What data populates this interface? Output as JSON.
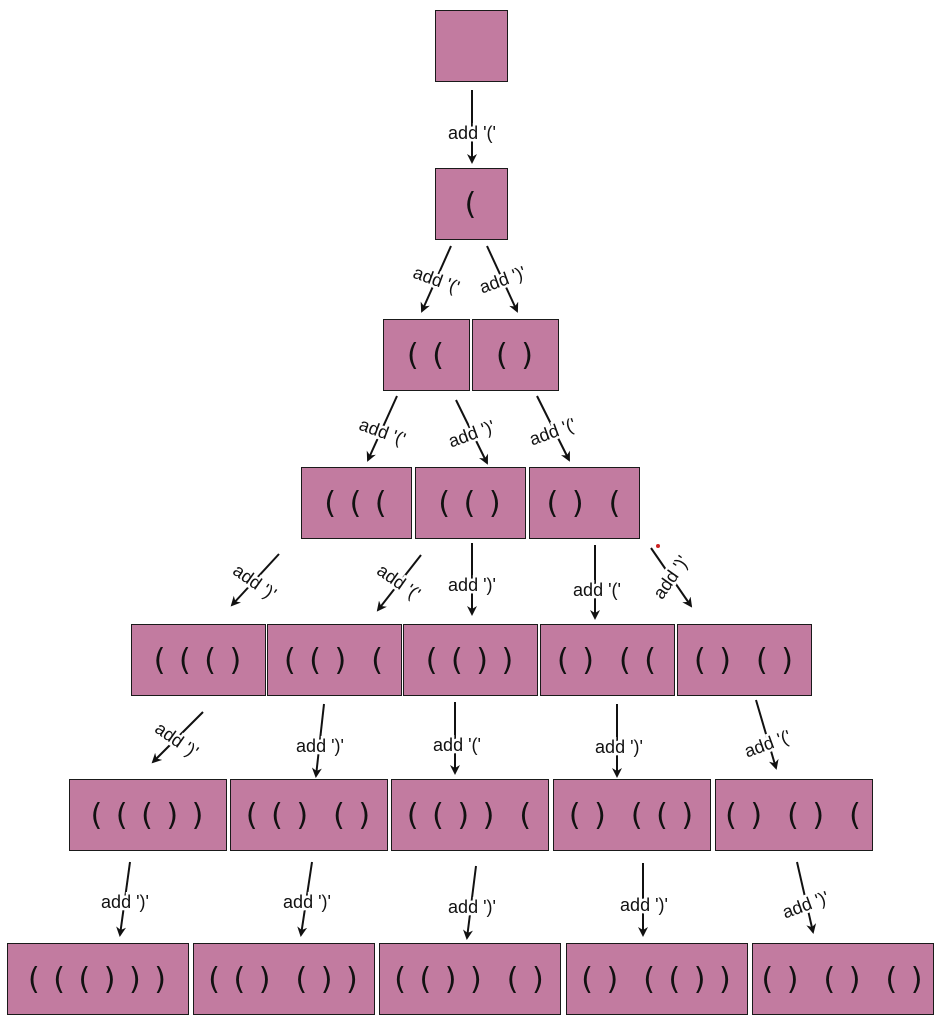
{
  "colors": {
    "node_fill": "#c27ba0",
    "node_border": "#1a1a1a",
    "arrow": "#111111"
  },
  "nodes": {
    "n0": "",
    "n1": "(",
    "n2a": "( (",
    "n2b": "( )",
    "n3a": "( ( (",
    "n3b": "( ( )",
    "n3c": "( )  (",
    "n4a": "( ( ( )",
    "n4b": "( ( )  (",
    "n4c": "( ( ) )",
    "n4d": "( )  ( (",
    "n4e": "( )  ( )",
    "n5a": "( ( ( ) )",
    "n5b": "( ( )  ( )",
    "n5c": "( ( ) )  (",
    "n5d": "( )  ( ( )",
    "n5e": "( )  ( )  (",
    "n6a": "( ( ( ) ) )",
    "n6b": "( ( )  ( ) )",
    "n6c": "( ( ) )  ( )",
    "n6d": "( )  ( ( ) )",
    "n6e": "( )  ( )  ( )"
  },
  "edges": [
    {
      "id": "e01",
      "label": "add '('"
    },
    {
      "id": "e12a",
      "label": "add '('"
    },
    {
      "id": "e12b",
      "label": "add ')'"
    },
    {
      "id": "e23a",
      "label": "add '('"
    },
    {
      "id": "e23b",
      "label": "add ')'"
    },
    {
      "id": "e23c",
      "label": "add '('"
    },
    {
      "id": "e34a",
      "label": "add ')'"
    },
    {
      "id": "e34b",
      "label": "add '('"
    },
    {
      "id": "e34c",
      "label": "add ')'"
    },
    {
      "id": "e34d",
      "label": "add '('"
    },
    {
      "id": "e34e",
      "label": "add ')'"
    },
    {
      "id": "e45a",
      "label": "add ')'"
    },
    {
      "id": "e45b",
      "label": "add ')'"
    },
    {
      "id": "e45c",
      "label": "add '('"
    },
    {
      "id": "e45d",
      "label": "add ')'"
    },
    {
      "id": "e45e",
      "label": "add '('"
    },
    {
      "id": "e56a",
      "label": "add ')'"
    },
    {
      "id": "e56b",
      "label": "add ')'"
    },
    {
      "id": "e56c",
      "label": "add ')'"
    },
    {
      "id": "e56d",
      "label": "add ')'"
    },
    {
      "id": "e56e",
      "label": "add ')'"
    }
  ]
}
